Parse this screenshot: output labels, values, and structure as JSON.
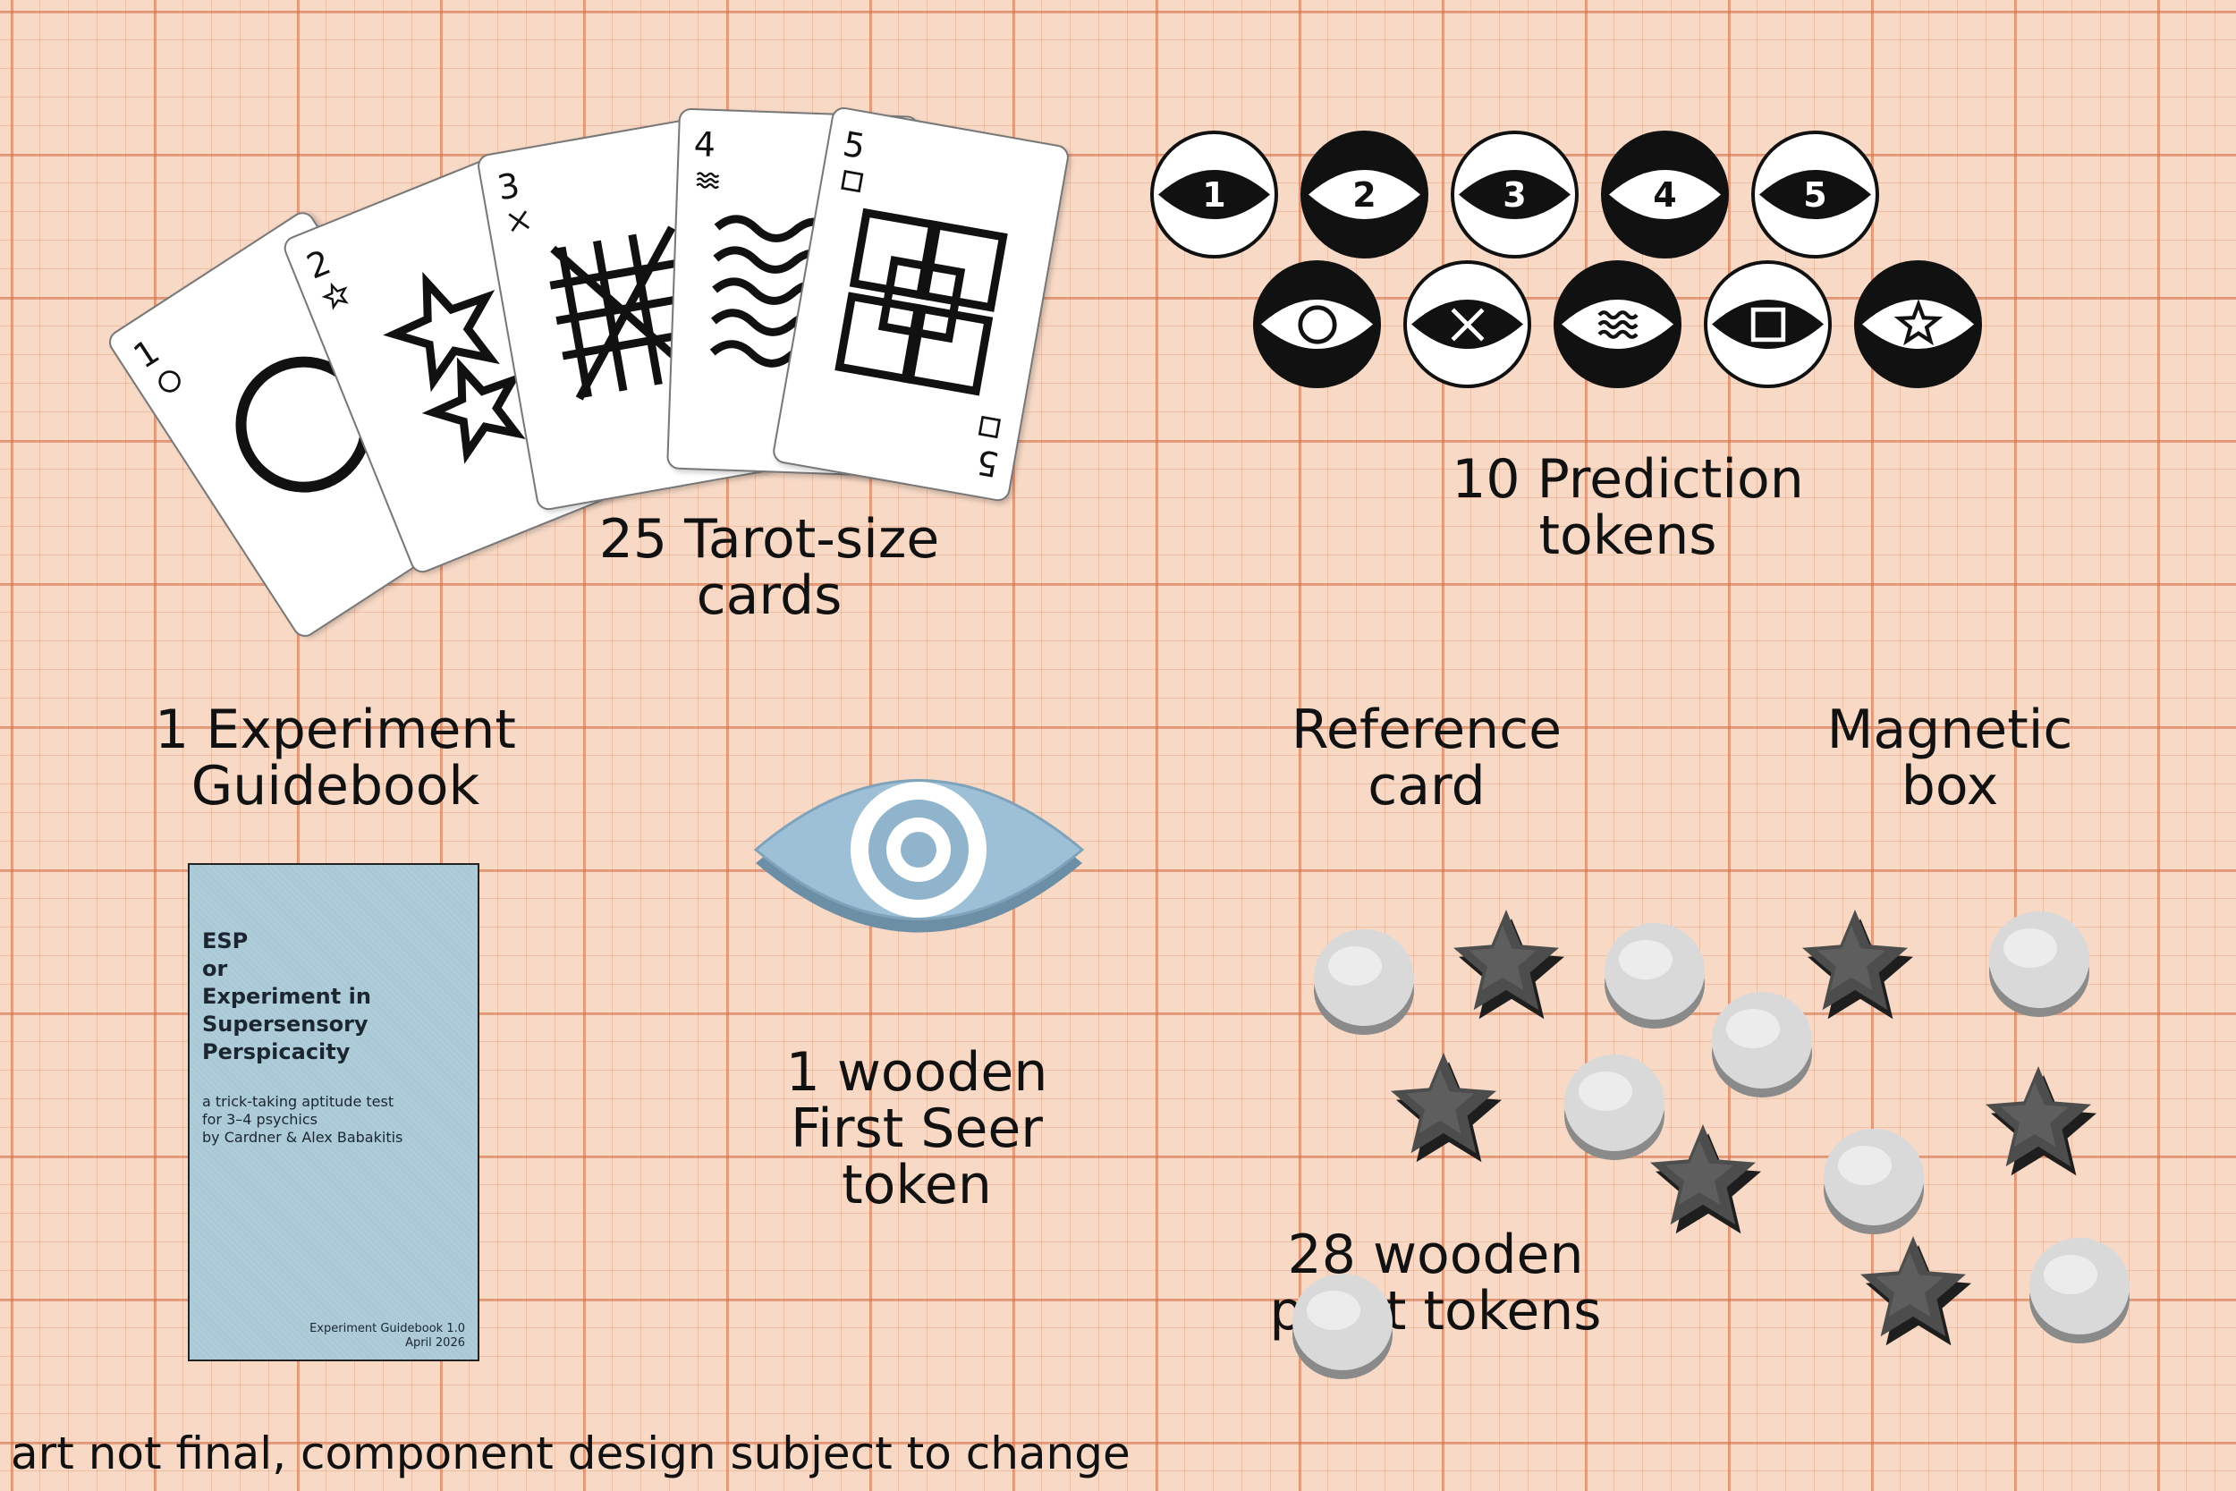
{
  "labels": {
    "cards": "25 Tarot-size\ncards",
    "prediction": "10 Prediction\ntokens",
    "guidebook": "1 Experiment\nGuidebook",
    "first_seer": "1 wooden\nFirst Seer\ntoken",
    "reference": "Reference\ncard",
    "magnetic": "Magnetic\nbox",
    "points": "28 wooden\npoint tokens"
  },
  "disclaimer": "art not final, component design subject to change",
  "cards": [
    {
      "number": "1",
      "symbol": "circle-icon"
    },
    {
      "number": "2",
      "symbol": "star-icon"
    },
    {
      "number": "3",
      "symbol": "cross-icon"
    },
    {
      "number": "4",
      "symbol": "waves-icon"
    },
    {
      "number": "5",
      "symbol": "square-icon"
    }
  ],
  "prediction_tokens": {
    "numbers": [
      "1",
      "2",
      "3",
      "4",
      "5"
    ],
    "symbols": [
      "circle-icon",
      "cross-icon",
      "waves-icon",
      "square-icon",
      "star-icon"
    ]
  },
  "guidebook": {
    "title_lines": [
      "ESP",
      "or",
      "Experiment in",
      "Supersensory",
      "Perspicacity"
    ],
    "subtitle_lines": [
      "a trick-taking aptitude test",
      "for 3–4 psychics",
      "by Cardner & Alex Babakitis"
    ],
    "footer_lines": [
      "Experiment Guidebook 1.0",
      "April 2026"
    ]
  },
  "colors": {
    "background": "#f7d9c6",
    "grid": "#d66e46",
    "booklet": "#a9c9d6",
    "eye_token": "#8fb4cc",
    "token_black": "#111111"
  }
}
